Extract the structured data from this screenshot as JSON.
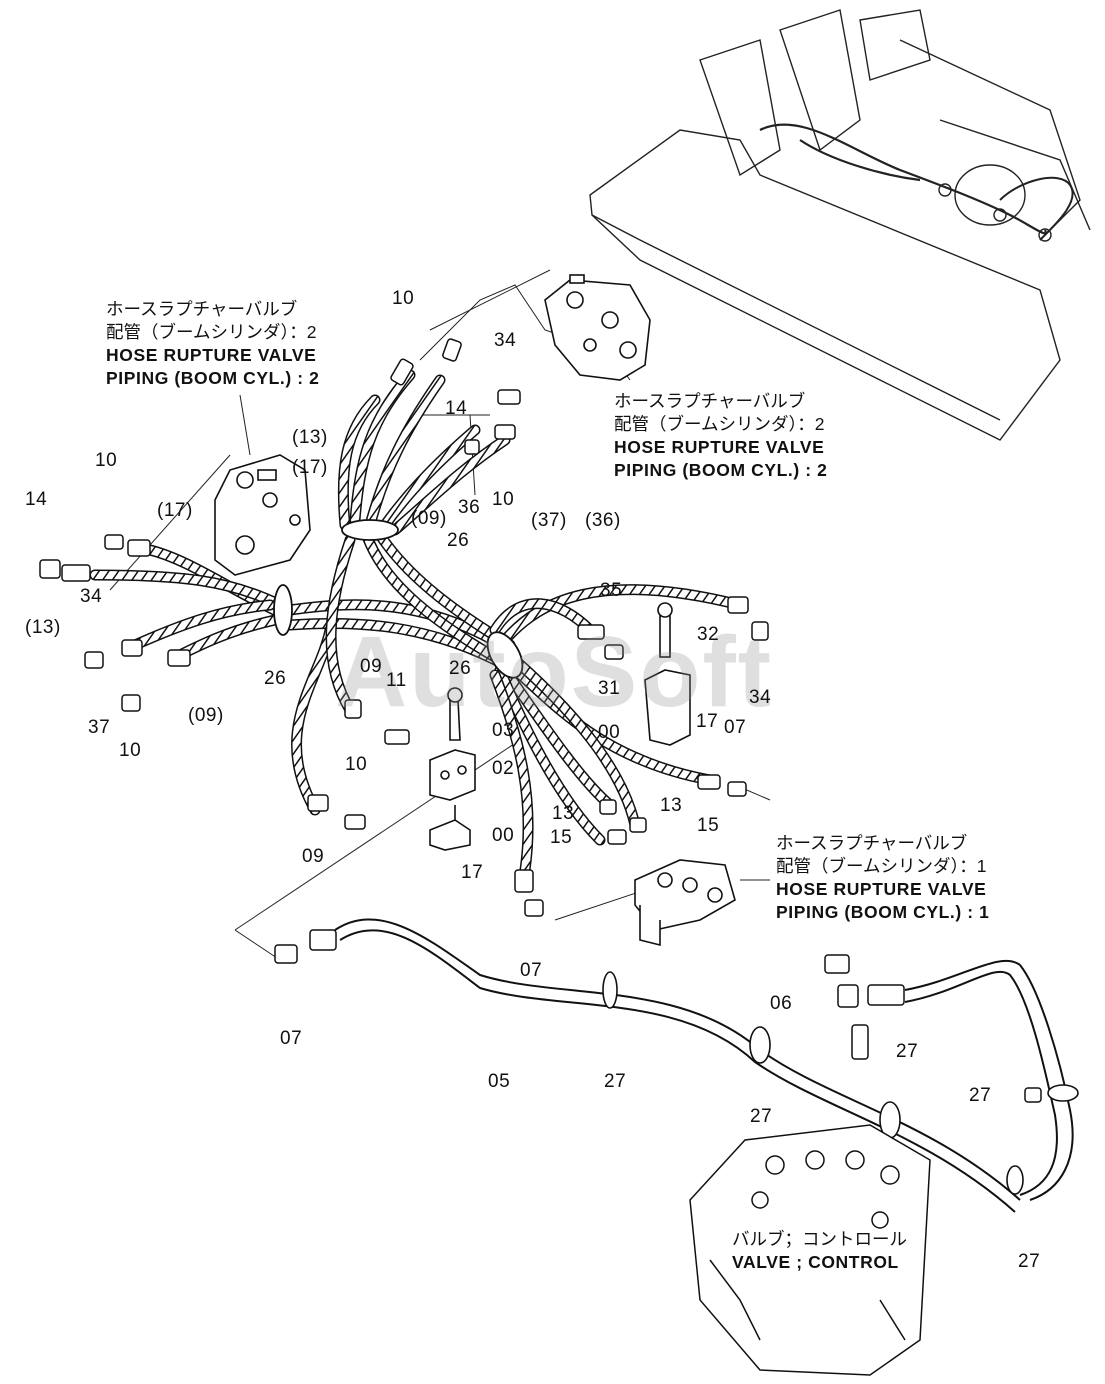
{
  "watermark": "AutoSoft",
  "callouts": {
    "left": {
      "jp1": "ホースラプチャーバルブ",
      "jp2": "配管（ブームシリンダ）：2",
      "en1": "HOSE RUPTURE VALVE",
      "en2": "PIPING (BOOM CYL.) : 2"
    },
    "right": {
      "jp1": "ホースラプチャーバルブ",
      "jp2": "配管（ブームシリンダ）：2",
      "en1": "HOSE RUPTURE VALVE",
      "en2": "PIPING (BOOM CYL.) : 2"
    },
    "lower": {
      "jp1": "ホースラプチャーバルブ",
      "jp2": "配管（ブームシリンダ）：1",
      "en1": "HOSE RUPTURE VALVE",
      "en2": "PIPING (BOOM CYL.) : 1"
    },
    "control_valve": {
      "jp": "バルブ；コントロール",
      "en": "VALVE ; CONTROL"
    }
  },
  "part_labels": {
    "l10_top": "10",
    "l34_top": "34",
    "l14_top": "14",
    "l13_paren_top": "(13)",
    "l17_paren_top": "(17)",
    "l09_paren_mid": "(09)",
    "l36_mid": "36",
    "l10_mid": "10",
    "l26_mid": "26",
    "l10_left": "10",
    "l17_paren_left": "(17)",
    "l14_left": "14",
    "l13_paren_left": "(13)",
    "l34_left": "34",
    "l37_left": "37",
    "l10_left_bottom": "10",
    "l09_paren_left": "(09)",
    "l26_left": "26",
    "l37_paren": "(37)",
    "l36_paren": "(36)",
    "l35": "35",
    "l32": "32",
    "l31": "31",
    "l34_right": "34",
    "l26_center": "26",
    "l09_center": "09",
    "l11": "11",
    "l03": "03",
    "l00_a": "00",
    "l17_right": "17",
    "l07_right": "07",
    "l10_center": "10",
    "l02": "02",
    "l13_a": "13",
    "l13_b": "13",
    "l15_a": "15",
    "l15_b": "15",
    "l09_bottom": "09",
    "l00_b": "00",
    "l17_low": "17",
    "l07_low": "07",
    "l07_left": "07",
    "l05": "05",
    "l27_a": "27",
    "l06": "06",
    "l27_b": "27",
    "l27_c": "27",
    "l27_d": "27",
    "l27_e": "27"
  }
}
